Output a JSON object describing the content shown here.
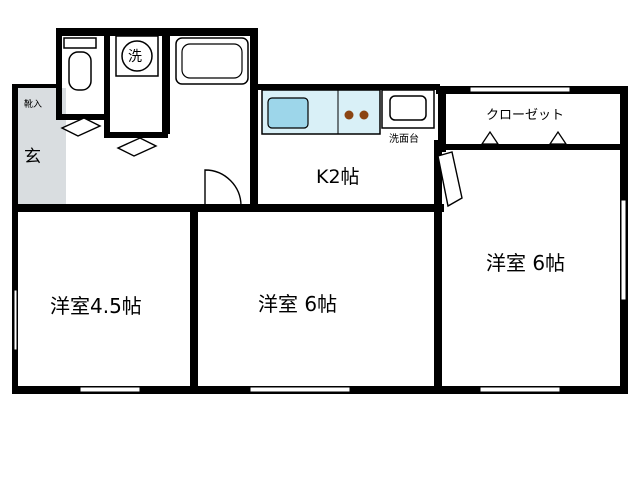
{
  "rooms": {
    "kitchen": "K2帖",
    "western_45": "洋室4.5帖",
    "western_6_center": "洋室 6帖",
    "western_6_right": "洋室 6帖",
    "closet": "クローゼット",
    "entrance": "玄",
    "shoe_box": "靴入"
  },
  "fixtures": {
    "washer": "洗",
    "washbasin": "洗面台"
  },
  "colors": {
    "wall": "#000000",
    "counter": "#d9f0f7",
    "sink": "#9dd6ea",
    "burner": "#8b4513",
    "entrance_floor": "#d9dde0"
  }
}
